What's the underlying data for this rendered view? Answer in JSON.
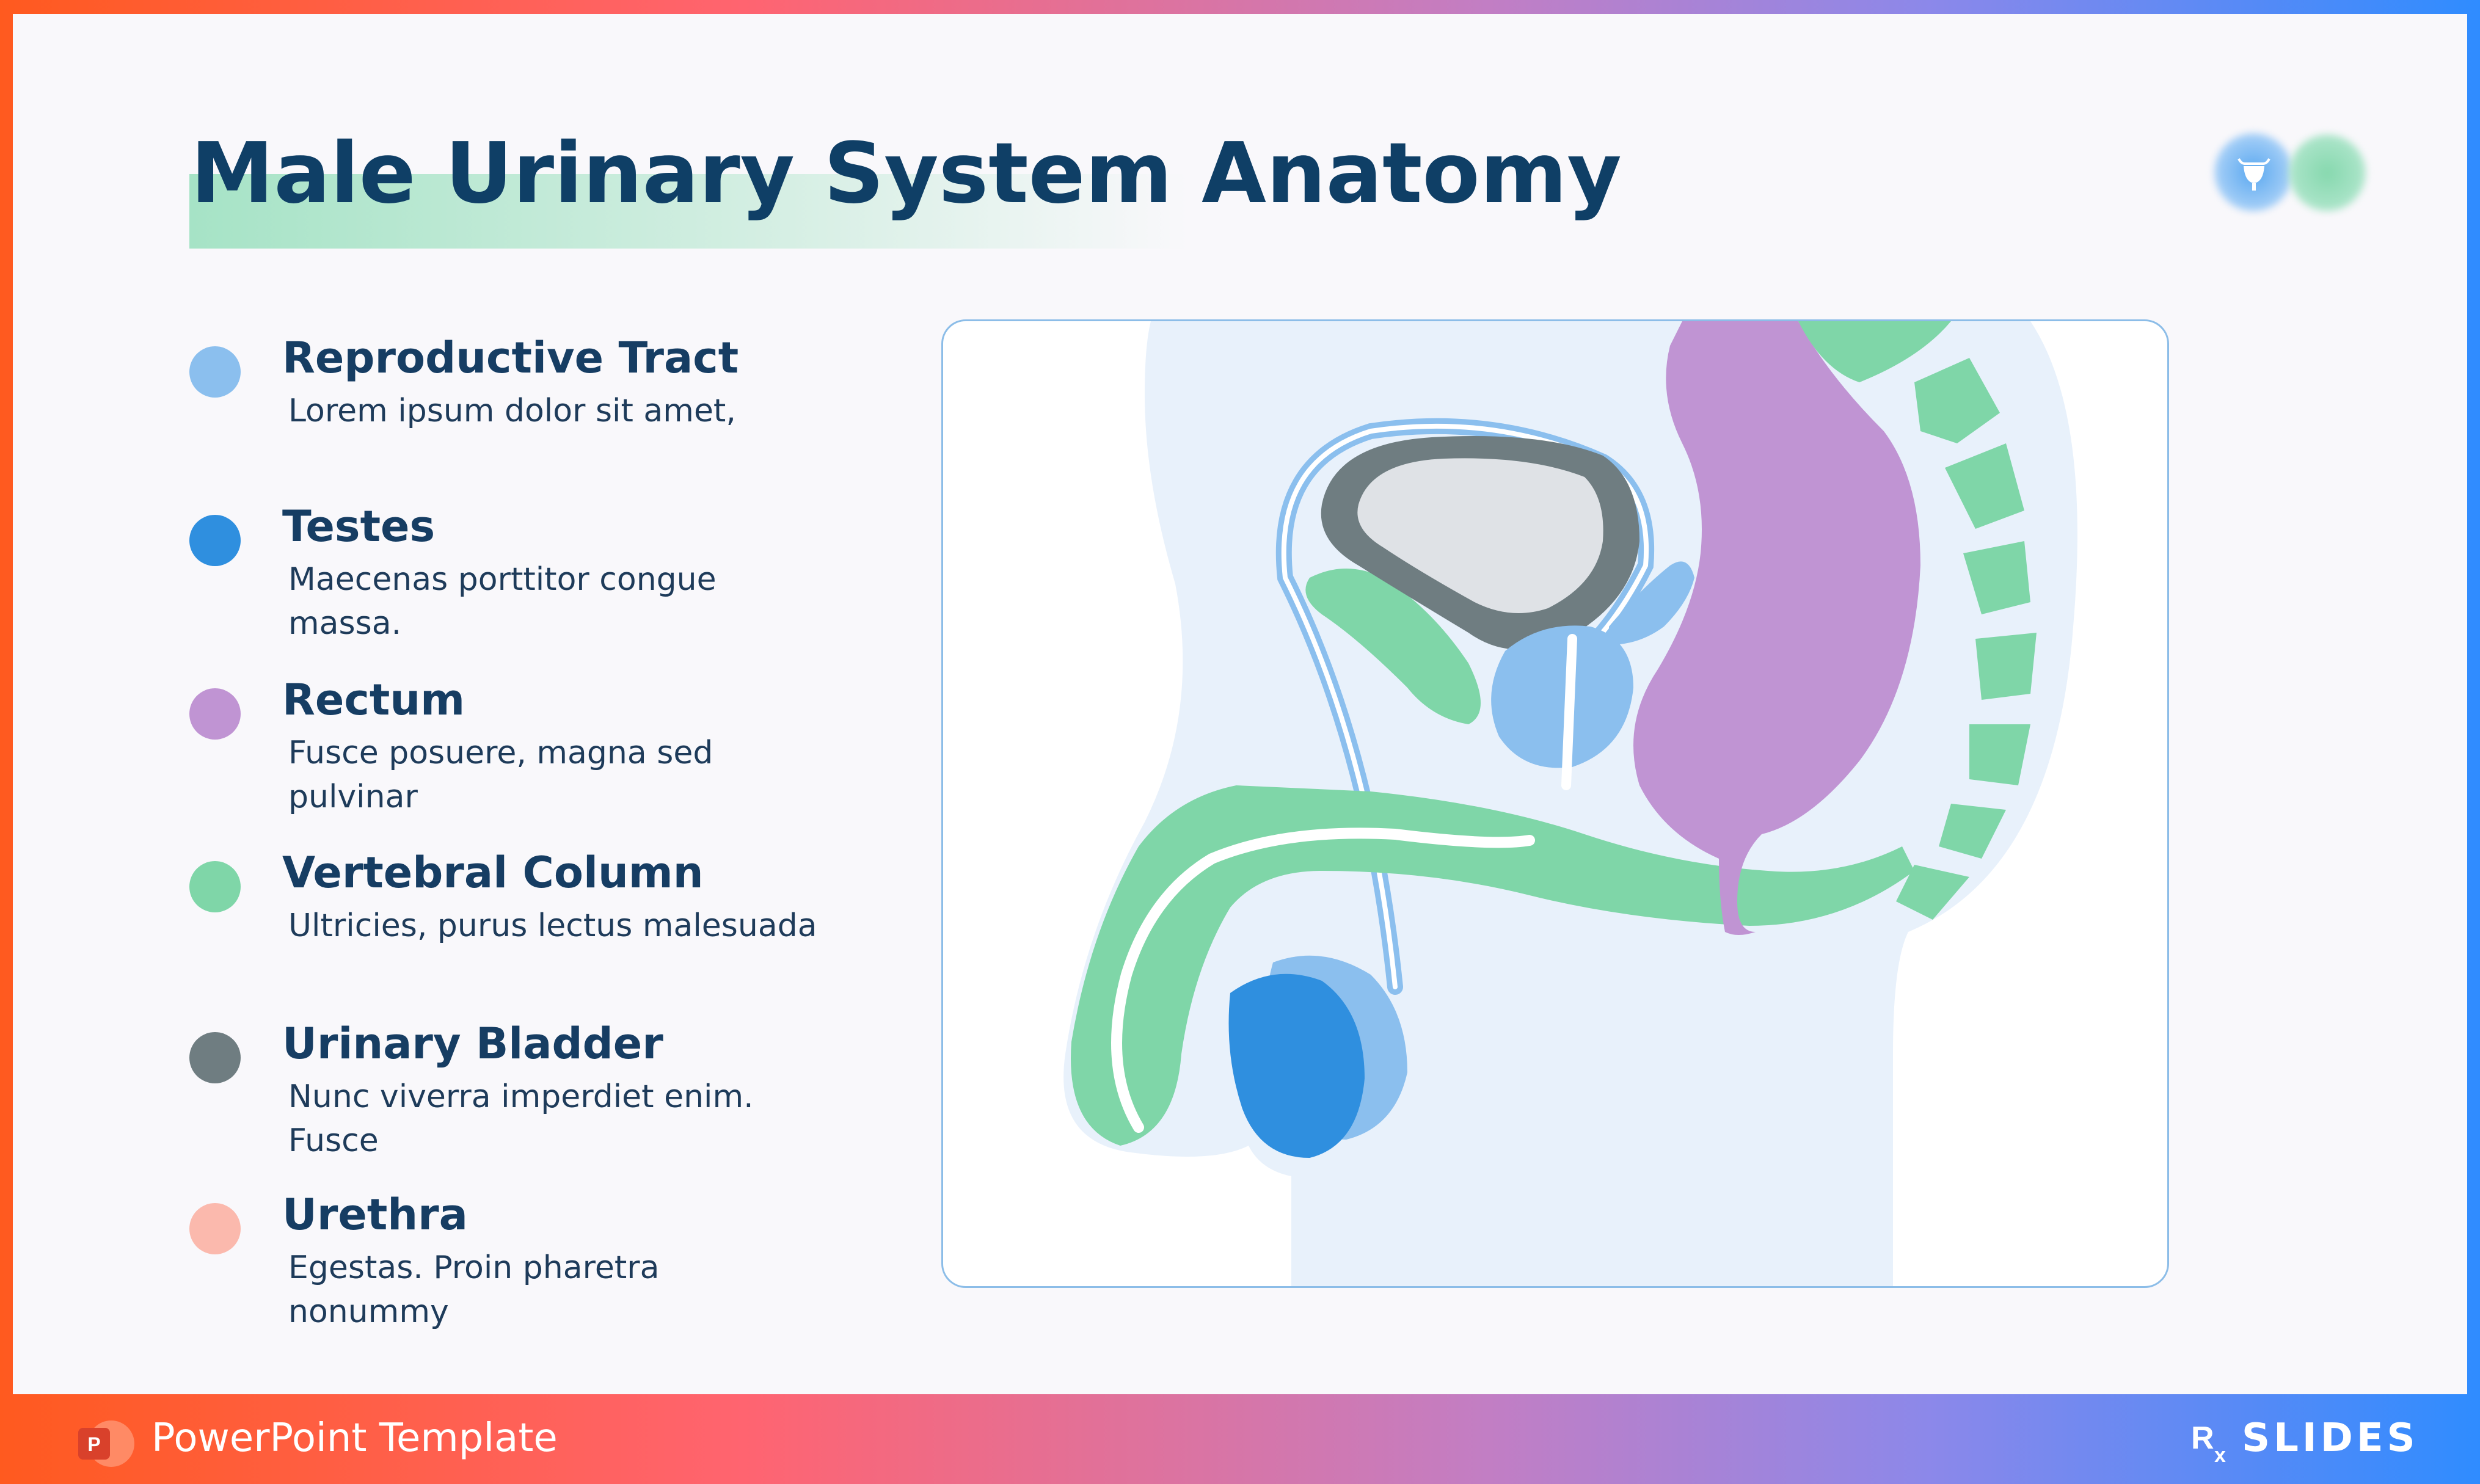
{
  "title": "Male Urinary System Anatomy",
  "legend": [
    {
      "label": "Reproductive Tract",
      "description": "Lorem ipsum dolor sit amet,",
      "color": "#8bbfee"
    },
    {
      "label": "Testes",
      "description": "Maecenas porttitor congue massa.",
      "color": "#2f8fdf"
    },
    {
      "label": "Rectum",
      "description": "Fusce posuere, magna sed pulvinar",
      "color": "#c094d3"
    },
    {
      "label": "Vertebral Column",
      "description": "Ultricies, purus lectus malesuada",
      "color": "#7fd6a8"
    },
    {
      "label": "Urinary Bladder",
      "description": "Nunc viverra imperdiet enim. Fusce",
      "color": "#6f7d81"
    },
    {
      "label": "Urethra",
      "description": "Egestas. Proin pharetra nonummy",
      "color": "#fbb9ad"
    }
  ],
  "footer": {
    "template_label": "PowerPoint Template",
    "brand": "SLIDES"
  },
  "colors": {
    "title": "#0f3f66",
    "body_fill": "#e8f1fb",
    "bladder_wall": "#6f7d81",
    "bladder_inner": "#dfe2e6"
  },
  "icons": [
    "bladder-icon",
    "powerpoint-icon",
    "rx-logo-icon"
  ]
}
